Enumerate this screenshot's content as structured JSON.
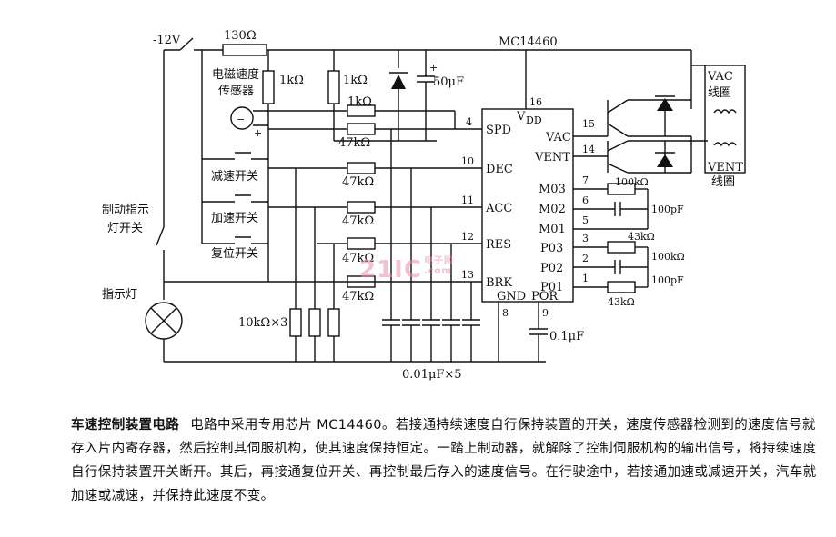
{
  "diagram": {
    "supply": "-12V",
    "chip": "MC14460",
    "vdd": "V",
    "vdd_sub": "DD",
    "r_series": "130Ω",
    "r1": "1kΩ",
    "r2": "1kΩ",
    "r3": "1kΩ",
    "cap_main": "50μF",
    "cap_plus": "+",
    "sensor_label_1": "电磁速度",
    "sensor_label_2": "传感器",
    "sensor_minus": "−",
    "sensor_plus": "+",
    "switches": {
      "decel": "减速开关",
      "accel": "加速开关",
      "reset": "复位开关"
    },
    "brake_label_1": "制动指示",
    "brake_label_2": "灯开关",
    "lamp_label": "指示灯",
    "r_47k": [
      "47kΩ",
      "47kΩ",
      "47kΩ",
      "47kΩ",
      "47kΩ"
    ],
    "pins_left": [
      {
        "num": "4",
        "name": "SPD"
      },
      {
        "num": "10",
        "name": "DEC"
      },
      {
        "num": "11",
        "name": "ACC"
      },
      {
        "num": "12",
        "name": "RES"
      },
      {
        "num": "13",
        "name": "BRK"
      }
    ],
    "pin_vdd": "16",
    "pins_right_top": [
      {
        "num": "15",
        "name": "VAC"
      },
      {
        "num": "14",
        "name": "VENT"
      }
    ],
    "pins_right": [
      {
        "num": "7",
        "name": "M03"
      },
      {
        "num": "6",
        "name": "M02"
      },
      {
        "num": "5",
        "name": "M01"
      },
      {
        "num": "3",
        "name": "P03"
      },
      {
        "num": "2",
        "name": "P02"
      },
      {
        "num": "1",
        "name": "P01"
      }
    ],
    "pins_bottom": [
      {
        "num": "8",
        "name": "GND"
      },
      {
        "num": "9",
        "name": "POR"
      }
    ],
    "r_100k_a": "100kΩ",
    "c_100p_a": "100pF",
    "r_43k_a": "43kΩ",
    "r_100k_b": "100kΩ",
    "c_100p_b": "100pF",
    "r_43k_b": "43kΩ",
    "vac_coil_1": "VAC",
    "vac_coil_2": "线圈",
    "vent_coil_1": "VENT",
    "vent_coil_2": "线圈",
    "r_10k": "10kΩ×3",
    "c_001": "0.01μF×5",
    "c_01": "0.1μF"
  },
  "watermark": {
    "logo": "21IC",
    "site_1": "电子网",
    "site_2": ".com"
  },
  "caption": {
    "title": "车速控制装置电路",
    "body": "电路中采用专用芯片 MC14460。若接通持续速度自行保持装置的开关，速度传感器检测到的速度信号就存入片内寄存器，然后控制其伺服机构，使其速度保持恒定。一踏上制动器，就解除了控制伺服机构的输出信号，将持续速度自行保持装置开关断开。其后，再接通复位开关、再控制最后存入的速度信号。在行驶途中，若接通加速或减速开关，汽车就加速或减速，并保持此速度不变。"
  }
}
